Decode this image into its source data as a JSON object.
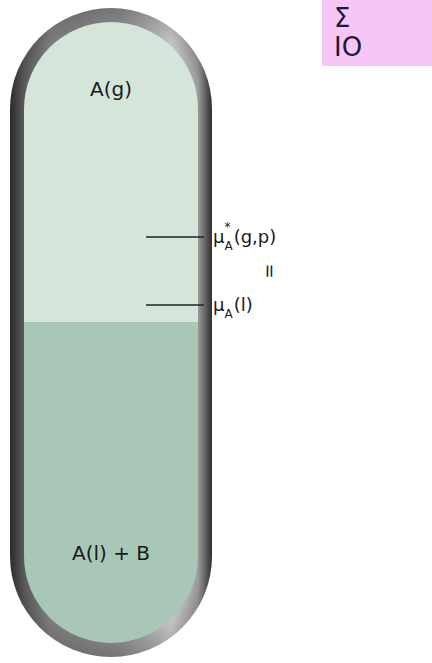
{
  "diagram": {
    "nodes": [
      {
        "text": [
          "Σ",
          "ΙΟ"
        ]
      },
      {
        "text": [
          "A(g)"
        ]
      },
      {
        "text": [
          "A(l) + B"
        ]
      }
    ],
    "labels": [
      "μ",
      "*",
      "A",
      "(g,p)",
      "=",
      "μ",
      "A",
      "(l)"
    ]
  }
}
